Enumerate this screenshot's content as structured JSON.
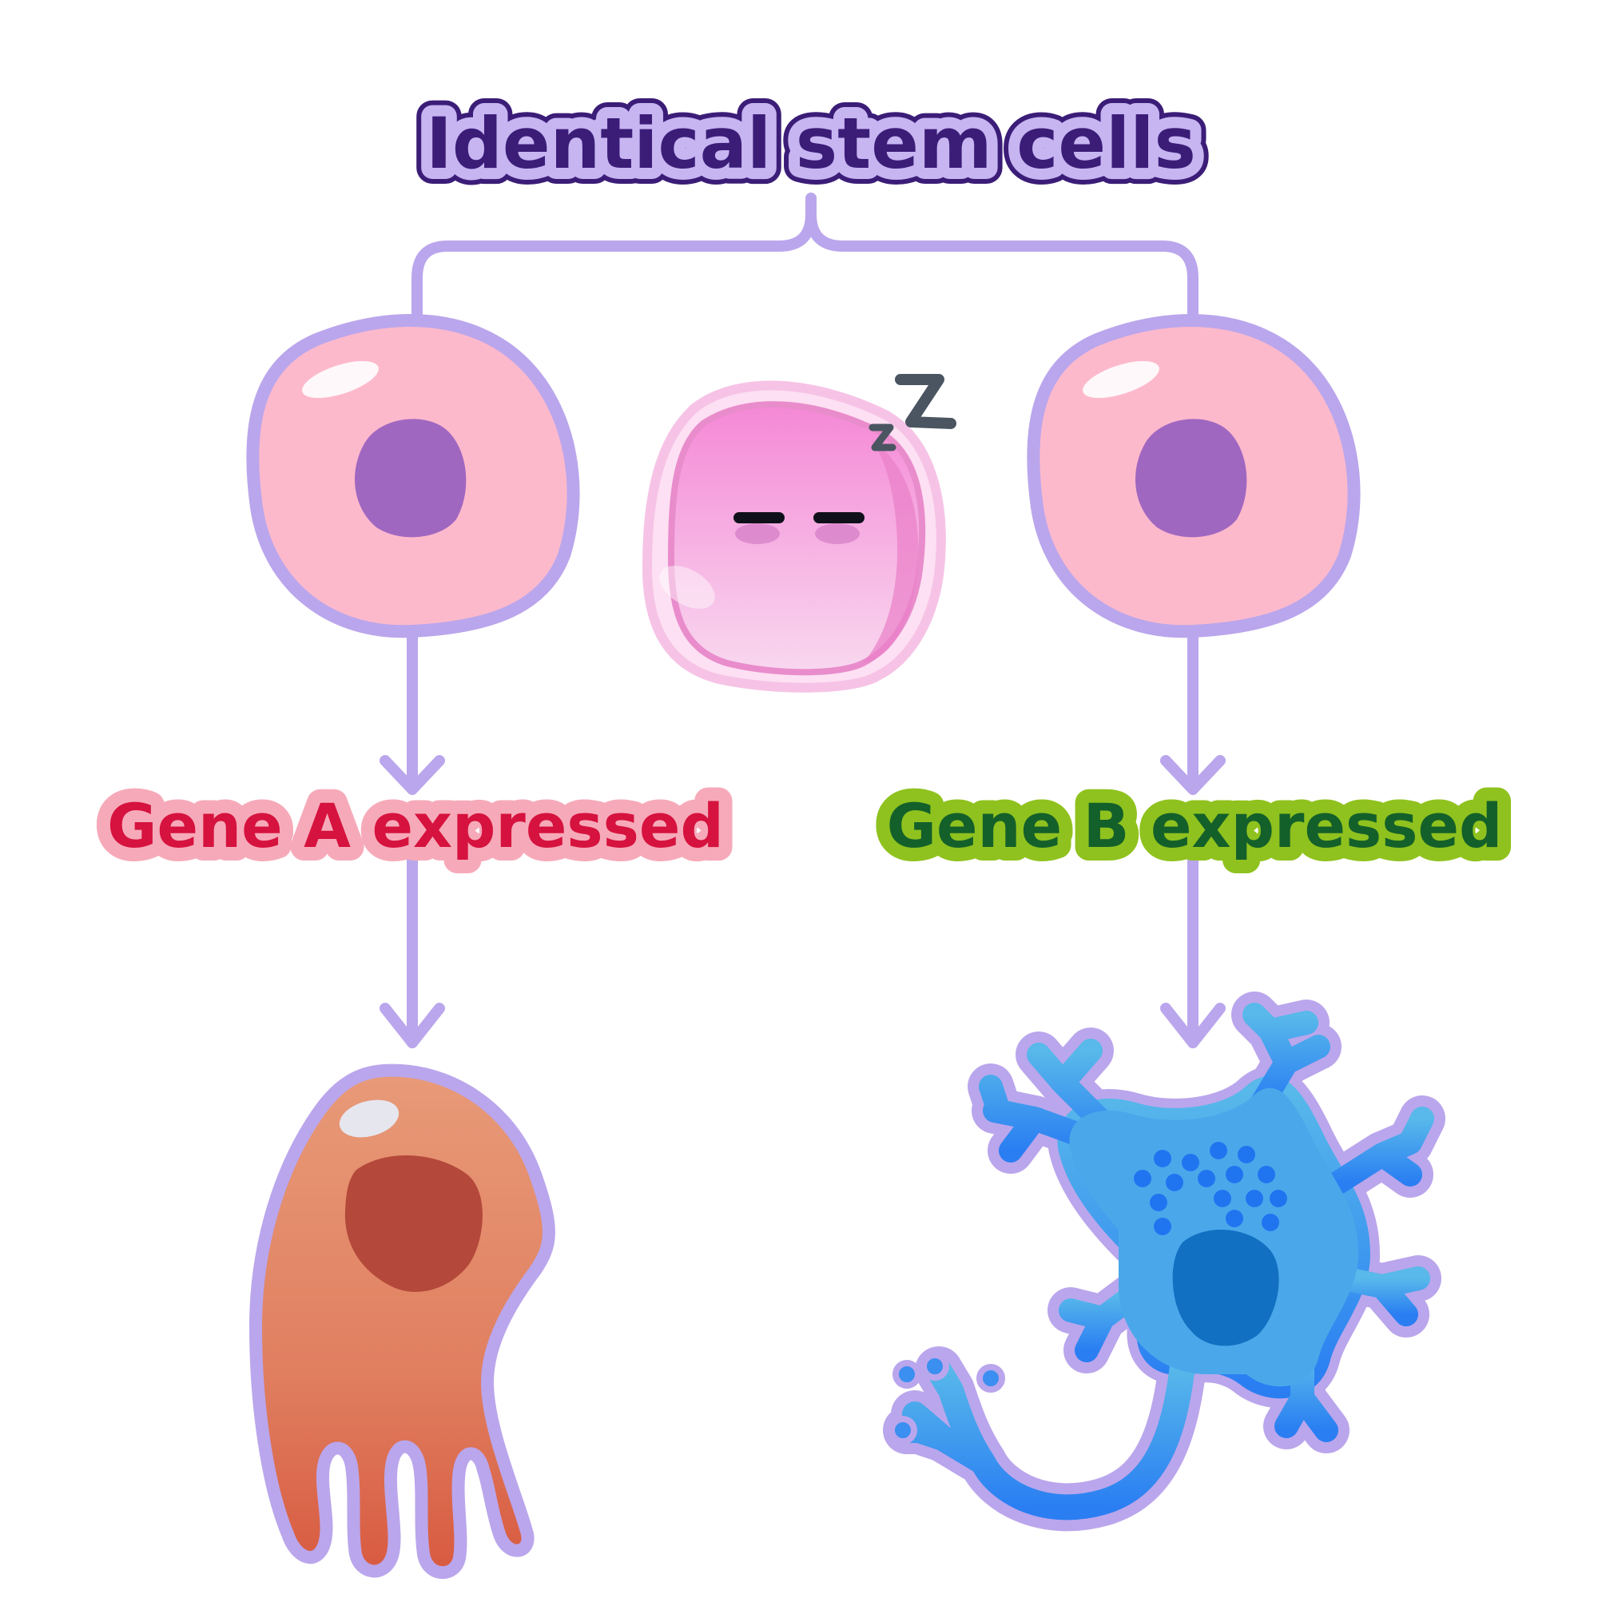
{
  "title": "Identical stem cells",
  "branches": [
    {
      "label": "Gene A expressed"
    },
    {
      "label": "Gene B expressed"
    }
  ],
  "colors": {
    "connector": "#baa6ec",
    "outline": "#baa6ec",
    "title_text": "#3b1d78",
    "title_fill": "#c7b5f2",
    "gene_a_text": "#d6123e",
    "gene_a_fill": "#f6aab9",
    "gene_b_text": "#14602a",
    "gene_b_fill": "#8fc21e",
    "stem_cytoplasm": "#fdb9cc",
    "stem_nucleus": "#a067c1",
    "muscle_cell": "#e2795a",
    "muscle_nucleus": "#b4493b",
    "neuron": "#4aa8ea",
    "neuron_nucleus": "#1170c2",
    "dormant_cell": "#f79ddc"
  },
  "icons": [
    "stem-cell-icon",
    "sleeping-cell-icon",
    "zzz-icon",
    "muscle-cell-icon",
    "neuron-icon"
  ]
}
